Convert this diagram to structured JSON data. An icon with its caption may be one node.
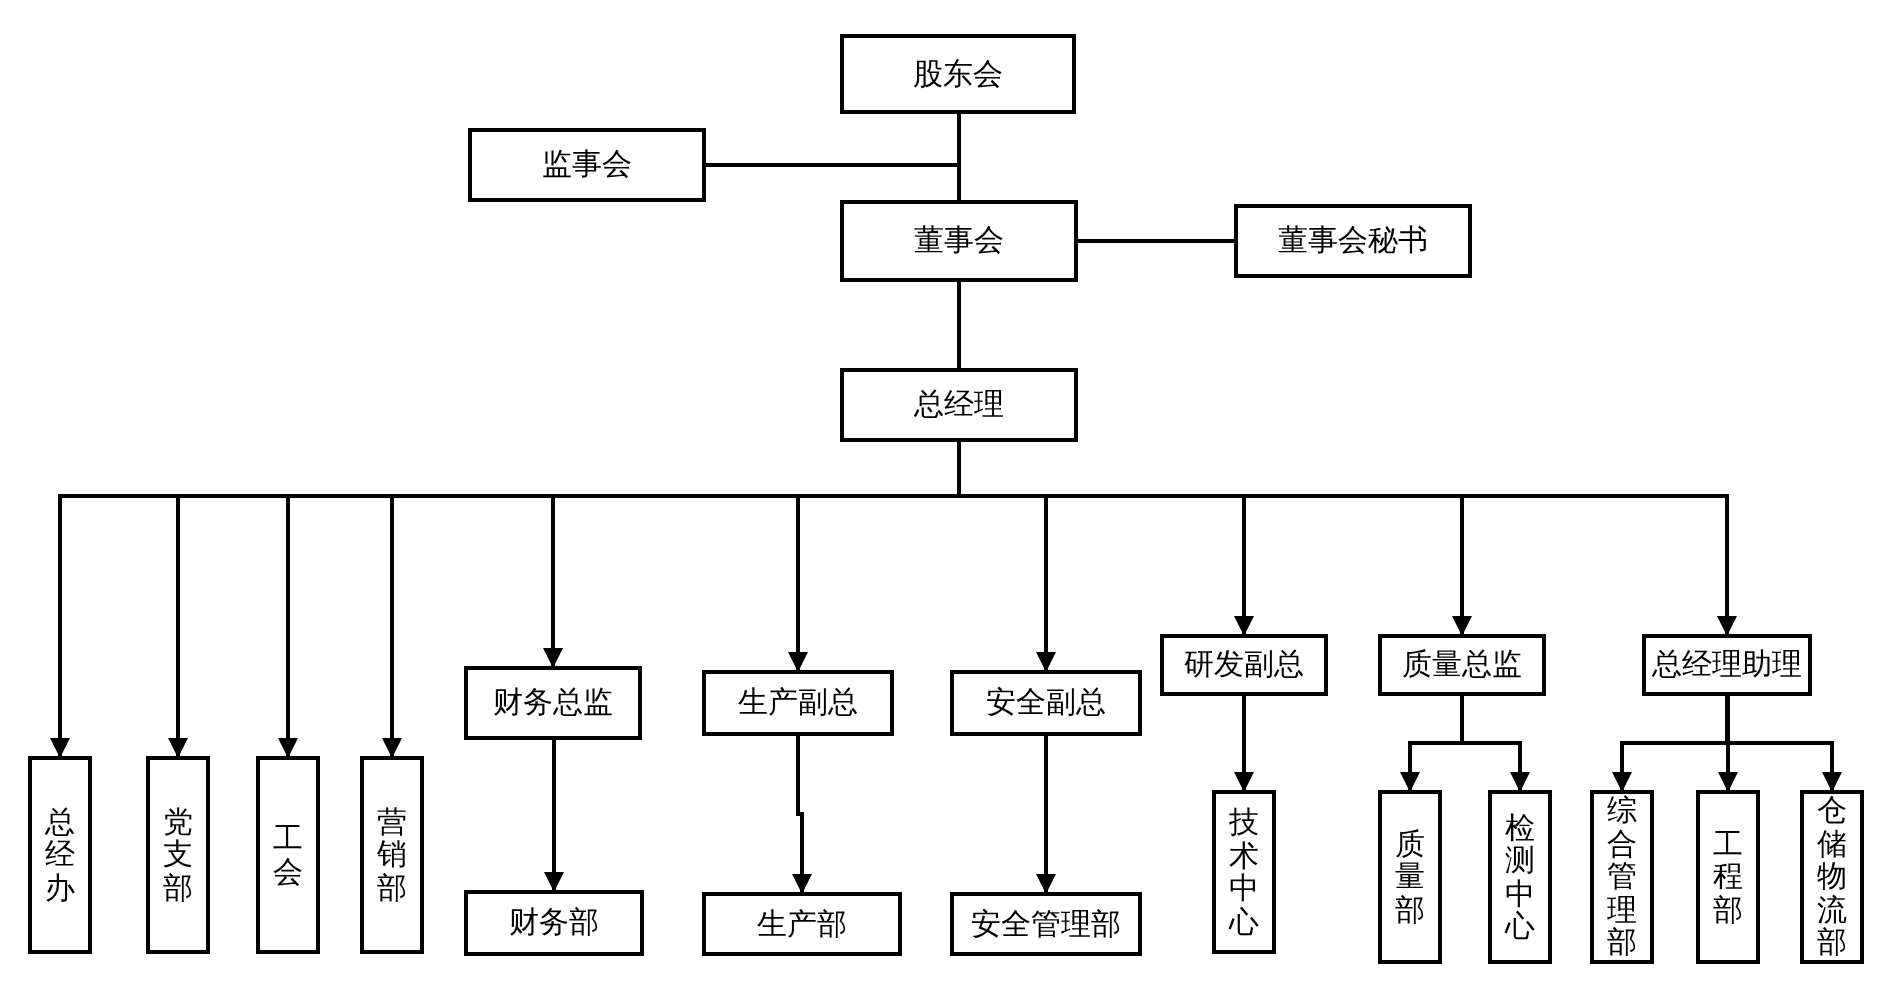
{
  "diagram": {
    "nodes": [
      {
        "text": [
          "股东会"
        ]
      },
      {
        "text": [
          "监事会"
        ]
      },
      {
        "text": [
          "董事会"
        ]
      },
      {
        "text": [
          "董事会秘书"
        ]
      },
      {
        "text": [
          "总经理"
        ]
      },
      {
        "text": [
          "总经办"
        ]
      },
      {
        "text": [
          "党支部"
        ]
      },
      {
        "text": [
          "工会"
        ]
      },
      {
        "text": [
          "营销部"
        ]
      },
      {
        "text": [
          "财务总监"
        ]
      },
      {
        "text": [
          "财务部"
        ]
      },
      {
        "text": [
          "生产副总"
        ]
      },
      {
        "text": [
          "生产部"
        ]
      },
      {
        "text": [
          "安全副总"
        ]
      },
      {
        "text": [
          "安全管理部"
        ]
      },
      {
        "text": [
          "研发副总"
        ]
      },
      {
        "text": [
          "技术中心"
        ]
      },
      {
        "text": [
          "质量总监"
        ]
      },
      {
        "text": [
          "质量部"
        ]
      },
      {
        "text": [
          "检测中心"
        ]
      },
      {
        "text": [
          "总经理助理"
        ]
      },
      {
        "text": [
          "综合管理部"
        ]
      },
      {
        "text": [
          "工程部"
        ]
      },
      {
        "text": [
          "仓储物流部"
        ]
      }
    ],
    "edges": [
      {
        "from": 0,
        "to": 2,
        "arrow": "none"
      },
      {
        "from": 1,
        "to": 2,
        "arrow": "none"
      },
      {
        "from": 2,
        "to": 3,
        "arrow": "none"
      },
      {
        "from": 2,
        "to": 4,
        "arrow": "none"
      },
      {
        "from": 4,
        "to": 5,
        "arrow": "to"
      },
      {
        "from": 4,
        "to": 6,
        "arrow": "to"
      },
      {
        "from": 4,
        "to": 7,
        "arrow": "to"
      },
      {
        "from": 4,
        "to": 8,
        "arrow": "to"
      },
      {
        "from": 4,
        "to": 9,
        "arrow": "to"
      },
      {
        "from": 4,
        "to": 11,
        "arrow": "to"
      },
      {
        "from": 4,
        "to": 13,
        "arrow": "to"
      },
      {
        "from": 4,
        "to": 15,
        "arrow": "to"
      },
      {
        "from": 4,
        "to": 17,
        "arrow": "to"
      },
      {
        "from": 4,
        "to": 20,
        "arrow": "to"
      },
      {
        "from": 9,
        "to": 10,
        "arrow": "to"
      },
      {
        "from": 11,
        "to": 12,
        "arrow": "to"
      },
      {
        "from": 13,
        "to": 14,
        "arrow": "to"
      },
      {
        "from": 15,
        "to": 16,
        "arrow": "to"
      },
      {
        "from": 17,
        "to": 18,
        "arrow": "to"
      },
      {
        "from": 17,
        "to": 19,
        "arrow": "to"
      },
      {
        "from": 20,
        "to": 21,
        "arrow": "to"
      },
      {
        "from": 20,
        "to": 22,
        "arrow": "to"
      },
      {
        "from": 20,
        "to": 23,
        "arrow": "to"
      }
    ]
  }
}
